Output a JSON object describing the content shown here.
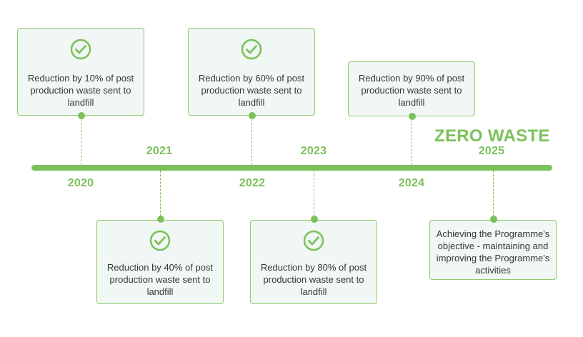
{
  "headline": "ZERO WASTE",
  "colors": {
    "accent": "#7bc15a",
    "card_bg": "#f1f7f4",
    "card_border": "#8ccb6c",
    "text": "#2f3a3a"
  },
  "milestones": [
    {
      "year": "2020",
      "text": "Reduction by 10% of post production waste sent to landfill",
      "icon": "check-circle-icon"
    },
    {
      "year": "2021",
      "text": "Reduction by 40% of post production waste sent to landfill",
      "icon": "check-circle-icon"
    },
    {
      "year": "2022",
      "text": "Reduction by 60% of post production waste sent to landfill",
      "icon": "check-circle-icon"
    },
    {
      "year": "2023",
      "text": "Reduction by 80% of post production waste sent to landfill",
      "icon": "check-circle-icon"
    },
    {
      "year": "2024",
      "text": "Reduction by 90% of post production waste sent to landfill"
    },
    {
      "year": "2025",
      "text": "Achieving the Programme's objective - maintaining and improving the Programme's activities"
    }
  ]
}
